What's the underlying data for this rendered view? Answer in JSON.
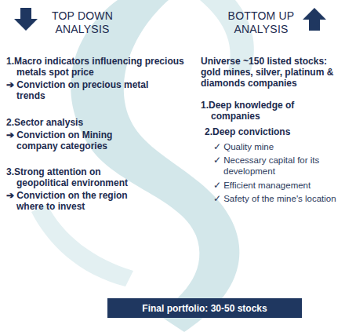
{
  "diagram": {
    "nodes": [
      {
        "text": [
          "Final portfolio: 30-50 stocks"
        ]
      }
    ],
    "labels": [
      "TOP DOWN ANALYSIS",
      "BOTTOM UP ANALYSIS",
      "1.Macro indicators influencing precious metals spot price",
      "➔ Conviction on precious metal trends",
      "2.Sector analysis",
      "➔ Conviction on Mining company categories",
      "3.Strong attention on geopolitical environment",
      "➔ Conviction on the region where to invest",
      "Universe ~150 listed stocks: gold mines, silver, platinum & diamonds companies",
      "1.Deep knowledge of companies",
      "2.Deep convictions",
      "✓ Quality mine",
      "✓ Necessary capital for its development",
      "✓ Efficient management",
      "✓ Safety of the mine's location"
    ]
  }
}
